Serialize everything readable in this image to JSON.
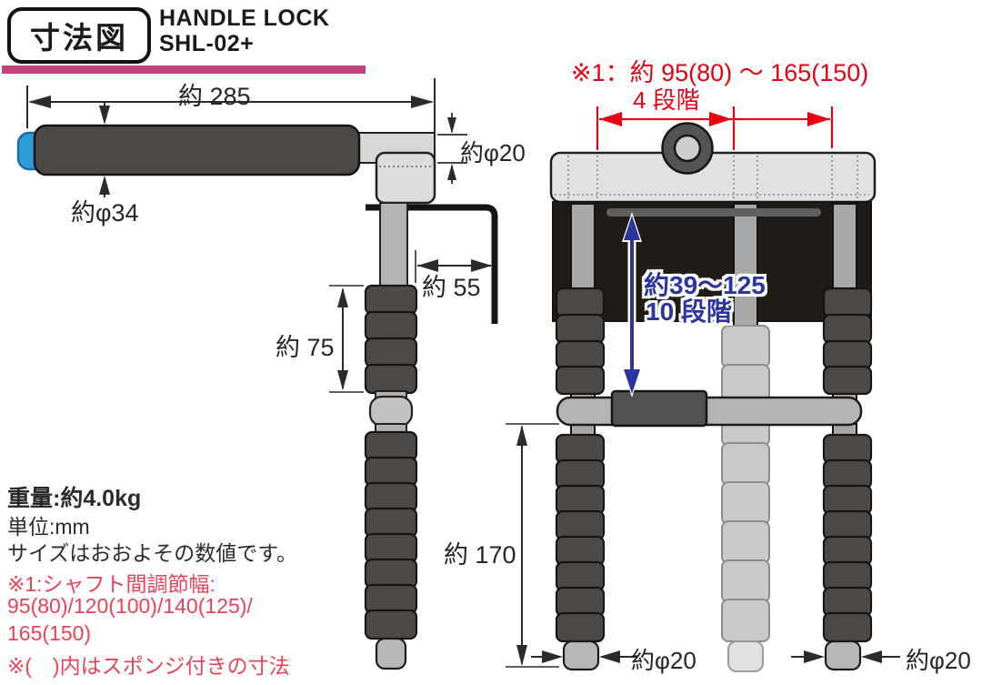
{
  "header": {
    "badge": "寸法図",
    "title_line1": "HANDLE LOCK",
    "title_line2": "SHL-02+"
  },
  "colors": {
    "divider_magenta": "#c2417b",
    "dimension_red": "#e60012",
    "footer_red": "#e8425a",
    "annotation_blue": "#2b35a0",
    "handle_dark_gray": "#4c4947",
    "shaft_gray": "#b3b3b3",
    "panel_black": "#221c19",
    "cap_blue": "#2f9cd8"
  },
  "left_view": {
    "dim_width": "約 285",
    "dim_handle_dia": "約φ34",
    "dim_shaft_dia": "約φ20",
    "dim_offset": "約 55",
    "dim_grip_len": "約 75"
  },
  "right_view": {
    "note_line1": "※1：約 95(80) ～ 165(150)",
    "note_line2": "4 段階",
    "range_line1": "約39～125",
    "range_line2": "10 段階",
    "dim_leg_len": "約 170",
    "dim_tip_dia_left": "約φ20",
    "dim_tip_dia_right": "約φ20"
  },
  "footer": {
    "weight": "重量:約4.0kg",
    "unit": "単位:mm",
    "size_note": "サイズはおおよその数値です。",
    "note1_title": "※1:シャフト間調節幅:",
    "note1_values1": "95(80)/120(100)/140(125)/",
    "note1_values2": "165(150)",
    "note2": "※(　)内はスポンジ付きの寸法"
  }
}
